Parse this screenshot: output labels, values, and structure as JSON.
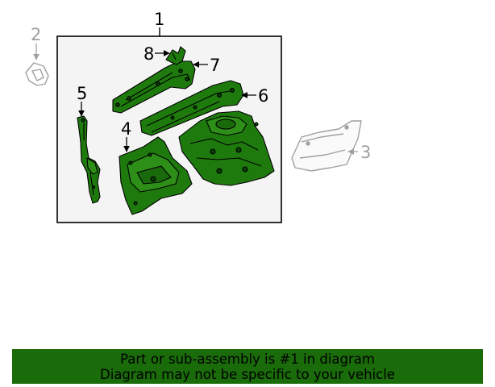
{
  "callouts": {
    "c1": "1",
    "c2": "2",
    "c3": "3",
    "c4": "4",
    "c5": "5",
    "c6": "6",
    "c7": "7",
    "c8": "8"
  },
  "banner": {
    "line1": "Part or sub-assembly is #1 in diagram",
    "line2": "Diagram may not be specific to your vehicle"
  },
  "colors": {
    "part_fill": "#1f7a0e",
    "panel_fill": "#f4f4f4",
    "banner_bg": "#1a6b0a",
    "ghost_part": "#a0a0a0"
  }
}
